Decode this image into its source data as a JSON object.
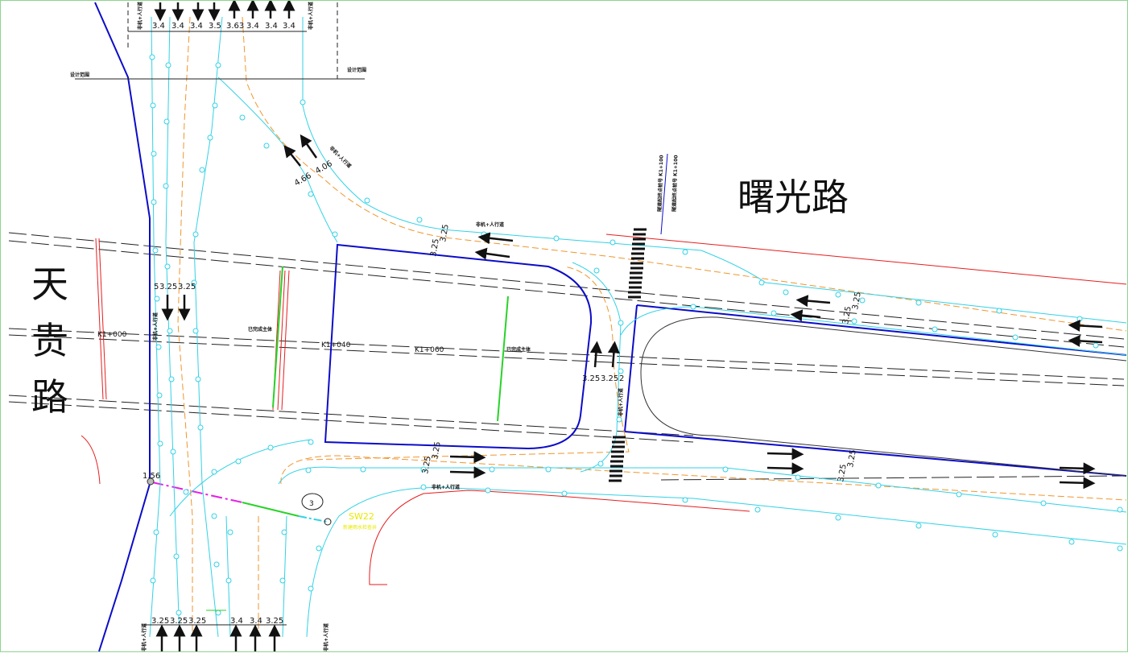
{
  "roads": {
    "shuguang": "曙光路",
    "tiangui_1": "天",
    "tiangui_2": "贵",
    "tiangui_3": "路"
  },
  "stations": {
    "k1000": "K1+000",
    "k1040": "K1+040",
    "k1060": "K1+060",
    "k1100_a": "隧道起终点桩号 K1+100",
    "k1100_b": "隧道起终点桩号 K1+100"
  },
  "notes": {
    "done_main_left": "已完成主体",
    "done_main_right": "已完成主体",
    "design_range_left": "设计范围",
    "design_range_right": "设计范围",
    "lane_label": "非机+人行道",
    "mark_number": "3",
    "well_code": "SW22",
    "well_desc": "新建雨水检查井"
  },
  "dims": {
    "top": [
      "3.4",
      "3.4",
      "3.4",
      "3.5",
      "3.63",
      "3.4",
      "3.4",
      "3.4"
    ],
    "bottom_left": [
      "3.25",
      "3.25",
      "3.25"
    ],
    "bottom_right": [
      "3.4",
      "3.4",
      "3.25"
    ],
    "diag": [
      "4.66",
      "4.06"
    ],
    "north_mid": [
      "3.25",
      "3.25"
    ],
    "left_mid": [
      "5",
      "3.25",
      "3.25"
    ],
    "right_west": [
      "3.25",
      "3.25",
      "2"
    ],
    "south_mid": [
      "3.25",
      "3.25"
    ],
    "east_north": [
      "3.25",
      "3.25"
    ],
    "east_south": [
      "3.25",
      "3.25"
    ],
    "elev": "1.56"
  },
  "colors": {
    "blue_outline": "#0c0cc8",
    "cyan": "#32d2e6",
    "orange": "#f0962d",
    "red": "#e61e1e",
    "green": "#28d228",
    "magenta": "#e61ee6"
  }
}
